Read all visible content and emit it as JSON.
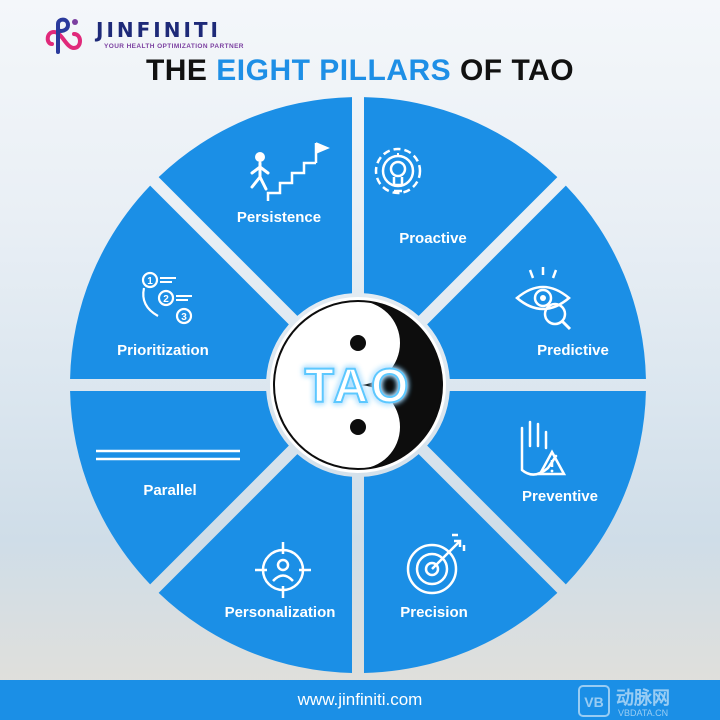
{
  "brand": {
    "name": "JINFINITI",
    "tagline": "YOUR HEALTH OPTIMIZATION PARTNER"
  },
  "title": {
    "pre": "THE ",
    "accent": "EIGHT PILLARS",
    "post": " OF TAO"
  },
  "center": {
    "label": "TAO"
  },
  "pillars": [
    {
      "label": "Proactive",
      "icon": "gear-lightbulb-icon"
    },
    {
      "label": "Predictive",
      "icon": "eye-chart-magnifier-icon"
    },
    {
      "label": "Preventive",
      "icon": "hand-warning-icon"
    },
    {
      "label": "Precision",
      "icon": "target-arrow-icon"
    },
    {
      "label": "Personalization",
      "icon": "person-target-icon"
    },
    {
      "label": "Parallel",
      "icon": "parallel-lines-icon"
    },
    {
      "label": "Prioritization",
      "icon": "numbered-list-icon"
    },
    {
      "label": "Persistence",
      "icon": "stairs-climber-icon"
    }
  ],
  "footer": {
    "url": "www.jinfiniti.com"
  },
  "watermark": {
    "text": "动脉网",
    "sub": "VBDATA.CN"
  },
  "colors": {
    "segment": "#1b8fe6",
    "accent": "#1e8fe6",
    "brand": "#1e2a78",
    "footer": "#1b8fe6",
    "glow": "#5cc8ff"
  }
}
